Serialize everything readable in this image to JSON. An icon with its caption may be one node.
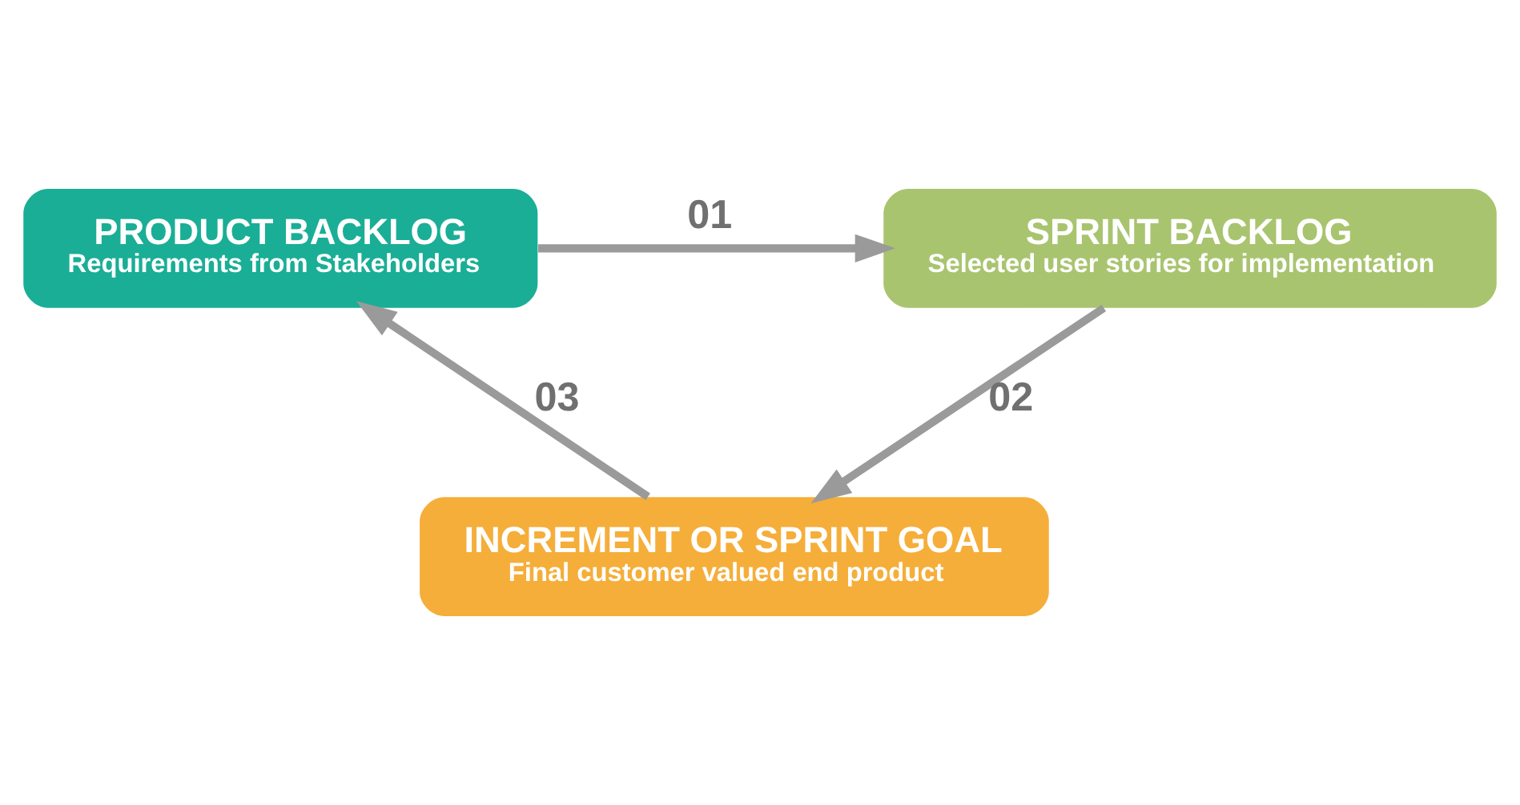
{
  "diagram": {
    "nodes": [
      {
        "text": [
          "PRODUCT BACKLOG",
          "Requirements from Stakeholders"
        ]
      },
      {
        "text": [
          "SPRINT BACKLOG",
          "Selected user stories for implementation"
        ]
      },
      {
        "text": [
          "INCREMENT OR SPRINT GOAL",
          "Final customer valued end product"
        ]
      }
    ],
    "edges": [
      {
        "from": 0,
        "to": 1,
        "arrow": "to",
        "label": "01"
      },
      {
        "from": 1,
        "to": 2,
        "arrow": "to",
        "label": "02"
      },
      {
        "from": 2,
        "to": 0,
        "arrow": "to",
        "label": "03"
      }
    ]
  }
}
